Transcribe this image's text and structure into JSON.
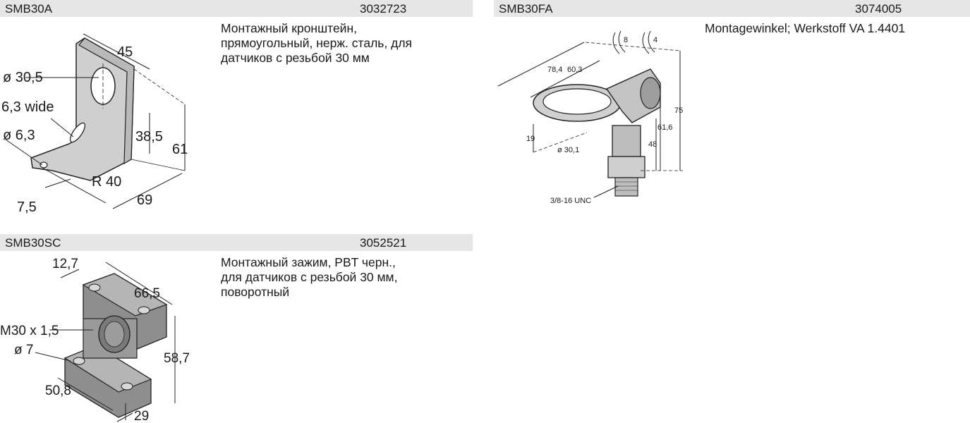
{
  "products": [
    {
      "model": "SMB30A",
      "code": "3032723",
      "description": "Монтажный кронштейн,\nпрямоугольный, нерж. сталь, для\nдатчиков с резьбой 30 мм",
      "dims": {
        "d1": "45",
        "d2": "ø 30,5",
        "d3": "6,3 wide",
        "d4": "ø 6,3",
        "d5": "38,5",
        "d6": "61",
        "d7": "R 40",
        "d8": "7,5",
        "d9": "69"
      }
    },
    {
      "model": "SMB30FA",
      "code": "3074005",
      "description": "Montagewinkel; Werkstoff VA 1.4401",
      "dims": {
        "d1": "8",
        "d2": "4",
        "d3": "78,4",
        "d4": "60,3",
        "d5": "75",
        "d6": "61,6",
        "d7": "48",
        "d8": "19",
        "d9": "ø 30,1",
        "d10": "3/8-16 UNC"
      }
    },
    {
      "model": "SMB30SC",
      "code": "3052521",
      "description": "Монтажный зажим, PBT черн.,\nдля датчиков с резьбой 30 мм,\nповоротный",
      "dims": {
        "d1": "12,7",
        "d2": "66,5",
        "d3": "M30 x 1,5",
        "d4": "ø 7",
        "d5": "58,7",
        "d6": "50,8",
        "d7": "29"
      }
    }
  ]
}
